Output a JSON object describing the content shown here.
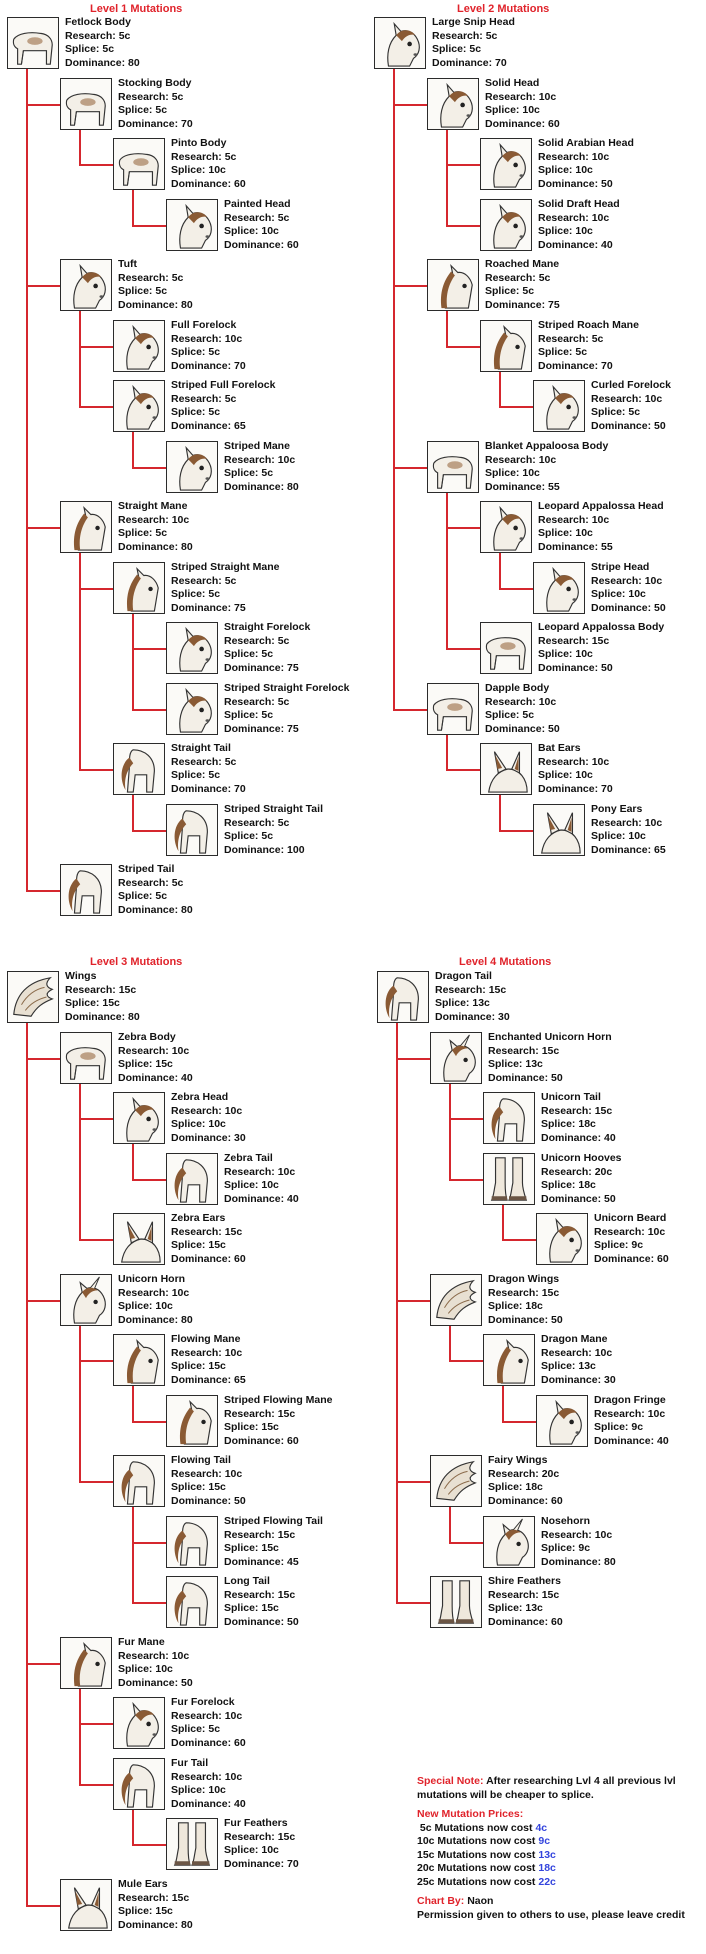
{
  "labels": {
    "research": "Research:",
    "splice": "Splice:",
    "dominance": "Dominance:"
  },
  "colors": {
    "title": "#e0232b",
    "connector": "#d5272e",
    "price_new": "#3344dd",
    "text": "#111111"
  },
  "sections": [
    {
      "title": "Level 1 Mutations",
      "nodes": [
        {
          "name": "Fetlock Body",
          "research": "5c",
          "splice": "5c",
          "dominance": "80",
          "icon": "horse-body-icon",
          "children": [
            {
              "name": "Stocking Body",
              "research": "5c",
              "splice": "5c",
              "dominance": "70",
              "icon": "horse-body-icon",
              "children": [
                {
                  "name": "Pinto Body",
                  "research": "5c",
                  "splice": "10c",
                  "dominance": "60",
                  "icon": "horse-body-icon",
                  "children": [
                    {
                      "name": "Painted Head",
                      "research": "5c",
                      "splice": "10c",
                      "dominance": "60",
                      "icon": "horse-head-icon",
                      "children": []
                    }
                  ]
                }
              ]
            },
            {
              "name": "Tuft",
              "research": "5c",
              "splice": "5c",
              "dominance": "80",
              "icon": "horse-head-icon",
              "children": [
                {
                  "name": "Full Forelock",
                  "research": "10c",
                  "splice": "5c",
                  "dominance": "70",
                  "icon": "horse-head-icon",
                  "children": []
                },
                {
                  "name": "Striped Full Forelock",
                  "research": "5c",
                  "splice": "5c",
                  "dominance": "65",
                  "icon": "horse-head-icon",
                  "children": [
                    {
                      "name": "Striped Mane",
                      "research": "10c",
                      "splice": "5c",
                      "dominance": "80",
                      "icon": "horse-head-icon",
                      "children": []
                    }
                  ]
                }
              ]
            },
            {
              "name": "Straight Mane",
              "research": "10c",
              "splice": "5c",
              "dominance": "80",
              "icon": "horse-mane-icon",
              "children": [
                {
                  "name": "Striped Straight Mane",
                  "research": "5c",
                  "splice": "5c",
                  "dominance": "75",
                  "icon": "horse-mane-icon",
                  "children": [
                    {
                      "name": "Straight Forelock",
                      "research": "5c",
                      "splice": "5c",
                      "dominance": "75",
                      "icon": "horse-head-icon",
                      "children": []
                    },
                    {
                      "name": "Striped Straight Forelock",
                      "research": "5c",
                      "splice": "5c",
                      "dominance": "75",
                      "icon": "horse-head-icon",
                      "children": []
                    }
                  ]
                },
                {
                  "name": "Straight Tail",
                  "research": "5c",
                  "splice": "5c",
                  "dominance": "70",
                  "icon": "horse-tail-icon",
                  "children": [
                    {
                      "name": "Striped Straight Tail",
                      "research": "5c",
                      "splice": "5c",
                      "dominance": "100",
                      "icon": "horse-tail-icon",
                      "children": []
                    }
                  ]
                }
              ]
            },
            {
              "name": "Striped Tail",
              "research": "5c",
              "splice": "5c",
              "dominance": "80",
              "icon": "horse-tail-icon",
              "children": []
            }
          ]
        }
      ]
    },
    {
      "title": "Level 2 Mutations",
      "nodes": [
        {
          "name": "Large Snip Head",
          "research": "5c",
          "splice": "5c",
          "dominance": "70",
          "icon": "horse-head-icon",
          "children": [
            {
              "name": "Solid Head",
              "research": "10c",
              "splice": "10c",
              "dominance": "60",
              "icon": "horse-head-icon",
              "children": [
                {
                  "name": "Solid Arabian Head",
                  "research": "10c",
                  "splice": "10c",
                  "dominance": "50",
                  "icon": "horse-head-icon",
                  "children": []
                },
                {
                  "name": "Solid Draft Head",
                  "research": "10c",
                  "splice": "10c",
                  "dominance": "40",
                  "icon": "horse-head-icon",
                  "children": []
                }
              ]
            },
            {
              "name": "Roached Mane",
              "research": "5c",
              "splice": "5c",
              "dominance": "75",
              "icon": "horse-mane-icon",
              "children": [
                {
                  "name": "Striped Roach Mane",
                  "research": "5c",
                  "splice": "5c",
                  "dominance": "70",
                  "icon": "horse-mane-icon",
                  "children": [
                    {
                      "name": "Curled Forelock",
                      "research": "10c",
                      "splice": "5c",
                      "dominance": "50",
                      "icon": "horse-head-icon",
                      "children": []
                    }
                  ]
                }
              ]
            },
            {
              "name": "Blanket Appaloosa Body",
              "research": "10c",
              "splice": "10c",
              "dominance": "55",
              "icon": "horse-body-icon",
              "children": [
                {
                  "name": "Leopard Appalossa Head",
                  "research": "10c",
                  "splice": "10c",
                  "dominance": "55",
                  "icon": "horse-head-icon",
                  "children": [
                    {
                      "name": "Stripe Head",
                      "research": "10c",
                      "splice": "10c",
                      "dominance": "50",
                      "icon": "horse-head-icon",
                      "children": []
                    }
                  ]
                },
                {
                  "name": "Leopard Appalossa Body",
                  "research": "15c",
                  "splice": "10c",
                  "dominance": "50",
                  "icon": "horse-body-icon",
                  "children": []
                }
              ]
            },
            {
              "name": "Dapple Body",
              "research": "10c",
              "splice": "5c",
              "dominance": "50",
              "icon": "horse-body-icon",
              "children": [
                {
                  "name": "Bat Ears",
                  "research": "10c",
                  "splice": "10c",
                  "dominance": "70",
                  "icon": "horse-ears-icon",
                  "children": [
                    {
                      "name": "Pony Ears",
                      "research": "10c",
                      "splice": "10c",
                      "dominance": "65",
                      "icon": "horse-ears-icon",
                      "children": []
                    }
                  ]
                }
              ]
            }
          ]
        }
      ]
    },
    {
      "title": "Level 3 Mutations",
      "nodes": [
        {
          "name": "Wings",
          "research": "15c",
          "splice": "15c",
          "dominance": "80",
          "icon": "horse-wings-icon",
          "children": [
            {
              "name": "Zebra Body",
              "research": "10c",
              "splice": "15c",
              "dominance": "40",
              "icon": "horse-body-icon",
              "children": [
                {
                  "name": "Zebra Head",
                  "research": "10c",
                  "splice": "10c",
                  "dominance": "30",
                  "icon": "horse-head-icon",
                  "children": [
                    {
                      "name": "Zebra Tail",
                      "research": "10c",
                      "splice": "10c",
                      "dominance": "40",
                      "icon": "horse-tail-icon",
                      "children": []
                    }
                  ]
                },
                {
                  "name": "Zebra Ears",
                  "research": "15c",
                  "splice": "15c",
                  "dominance": "60",
                  "icon": "horse-ears-icon",
                  "children": []
                }
              ]
            },
            {
              "name": "Unicorn Horn",
              "research": "10c",
              "splice": "10c",
              "dominance": "80",
              "icon": "horse-horn-icon",
              "children": [
                {
                  "name": "Flowing Mane",
                  "research": "10c",
                  "splice": "15c",
                  "dominance": "65",
                  "icon": "horse-mane-icon",
                  "children": [
                    {
                      "name": "Striped Flowing Mane",
                      "research": "15c",
                      "splice": "15c",
                      "dominance": "60",
                      "icon": "horse-mane-icon",
                      "children": []
                    }
                  ]
                },
                {
                  "name": "Flowing Tail",
                  "research": "10c",
                  "splice": "15c",
                  "dominance": "50",
                  "icon": "horse-tail-icon",
                  "children": [
                    {
                      "name": "Striped Flowing Tail",
                      "research": "15c",
                      "splice": "15c",
                      "dominance": "45",
                      "icon": "horse-tail-icon",
                      "children": []
                    },
                    {
                      "name": "Long Tail",
                      "research": "15c",
                      "splice": "15c",
                      "dominance": "50",
                      "icon": "horse-tail-icon",
                      "children": []
                    }
                  ]
                }
              ]
            },
            {
              "name": "Fur Mane",
              "research": "10c",
              "splice": "10c",
              "dominance": "50",
              "icon": "horse-mane-icon",
              "children": [
                {
                  "name": "Fur Forelock",
                  "research": "10c",
                  "splice": "5c",
                  "dominance": "60",
                  "icon": "horse-head-icon",
                  "children": []
                },
                {
                  "name": "Fur Tail",
                  "research": "10c",
                  "splice": "10c",
                  "dominance": "40",
                  "icon": "horse-tail-icon",
                  "children": [
                    {
                      "name": "Fur Feathers",
                      "research": "15c",
                      "splice": "10c",
                      "dominance": "70",
                      "icon": "horse-hooves-icon",
                      "children": []
                    }
                  ]
                }
              ]
            },
            {
              "name": "Mule Ears",
              "research": "15c",
              "splice": "15c",
              "dominance": "80",
              "icon": "horse-ears-icon",
              "children": []
            }
          ]
        }
      ]
    },
    {
      "title": "Level 4 Mutations",
      "nodes": [
        {
          "name": "Dragon Tail",
          "research": "15c",
          "splice": "13c",
          "dominance": "30",
          "icon": "horse-tail-icon",
          "children": [
            {
              "name": "Enchanted Unicorn Horn",
              "research": "15c",
              "splice": "13c",
              "dominance": "50",
              "icon": "horse-horn-icon",
              "children": [
                {
                  "name": "Unicorn Tail",
                  "research": "15c",
                  "splice": "18c",
                  "dominance": "40",
                  "icon": "horse-tail-icon",
                  "children": []
                },
                {
                  "name": "Unicorn Hooves",
                  "research": "20c",
                  "splice": "18c",
                  "dominance": "50",
                  "icon": "horse-hooves-icon",
                  "children": [
                    {
                      "name": "Unicorn Beard",
                      "research": "10c",
                      "splice": "9c",
                      "dominance": "60",
                      "icon": "horse-head-icon",
                      "children": []
                    }
                  ]
                }
              ]
            },
            {
              "name": "Dragon Wings",
              "research": "15c",
              "splice": "18c",
              "dominance": "50",
              "icon": "horse-wings-icon",
              "children": [
                {
                  "name": "Dragon Mane",
                  "research": "10c",
                  "splice": "13c",
                  "dominance": "30",
                  "icon": "horse-mane-icon",
                  "children": [
                    {
                      "name": "Dragon Fringe",
                      "research": "10c",
                      "splice": "9c",
                      "dominance": "40",
                      "icon": "horse-head-icon",
                      "children": []
                    }
                  ]
                }
              ]
            },
            {
              "name": "Fairy Wings",
              "research": "20c",
              "splice": "18c",
              "dominance": "60",
              "icon": "horse-wings-icon",
              "children": [
                {
                  "name": "Nosehorn",
                  "research": "10c",
                  "splice": "9c",
                  "dominance": "80",
                  "icon": "horse-horn-icon",
                  "children": []
                }
              ]
            },
            {
              "name": "Shire Feathers",
              "research": "15c",
              "splice": "13c",
              "dominance": "60",
              "icon": "horse-hooves-icon",
              "children": []
            }
          ]
        }
      ]
    }
  ],
  "notes": {
    "special_label": "Special Note:",
    "special_text": "After researching Lvl 4 all previous lvl mutations will be cheaper to splice.",
    "prices_title": "New Mutation Prices:",
    "prices": [
      {
        "text": " 5c Mutations now cost ",
        "value": "4c"
      },
      {
        "text": "10c Mutations now cost ",
        "value": "9c"
      },
      {
        "text": "15c Mutations now cost ",
        "value": "13c"
      },
      {
        "text": "20c Mutations now cost ",
        "value": "18c"
      },
      {
        "text": "25c Mutations now cost ",
        "value": "22c"
      }
    ],
    "chart_by_label": "Chart By:",
    "chart_by_name": "Naon",
    "permission": "Permission given to others to use, please leave credit"
  }
}
